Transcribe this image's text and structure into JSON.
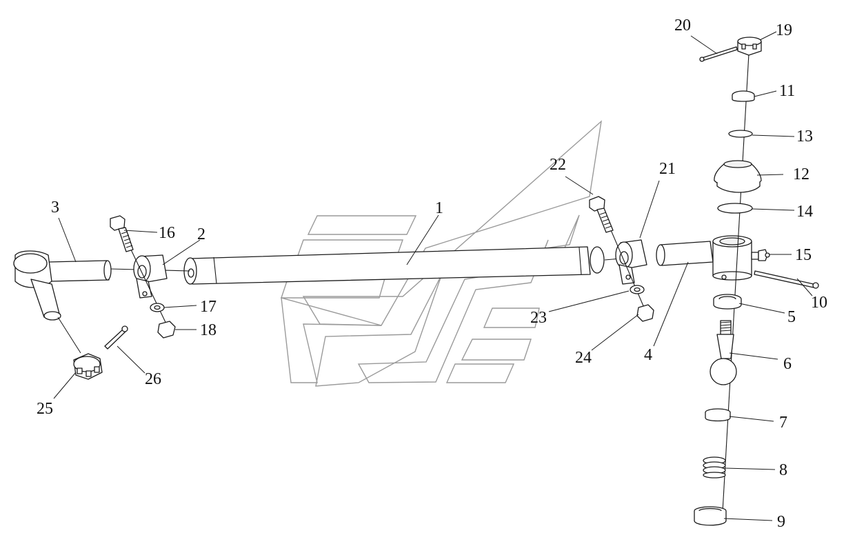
{
  "diagram": {
    "type": "exploded-parts-view",
    "callouts": {
      "c1": "1",
      "c2": "2",
      "c3": "3",
      "c4": "4",
      "c5": "5",
      "c6": "6",
      "c7": "7",
      "c8": "8",
      "c9": "9",
      "c10": "10",
      "c11": "11",
      "c12": "12",
      "c13": "13",
      "c14": "14",
      "c15": "15",
      "c16": "16",
      "c17": "17",
      "c18": "18",
      "c19": "19",
      "c20": "20",
      "c21": "21",
      "c22": "22",
      "c23": "23",
      "c24": "24",
      "c25": "25",
      "c26": "26"
    },
    "colors": {
      "line": "#1a1a1a",
      "watermark": "#9a9a9a",
      "background": "#ffffff"
    }
  }
}
